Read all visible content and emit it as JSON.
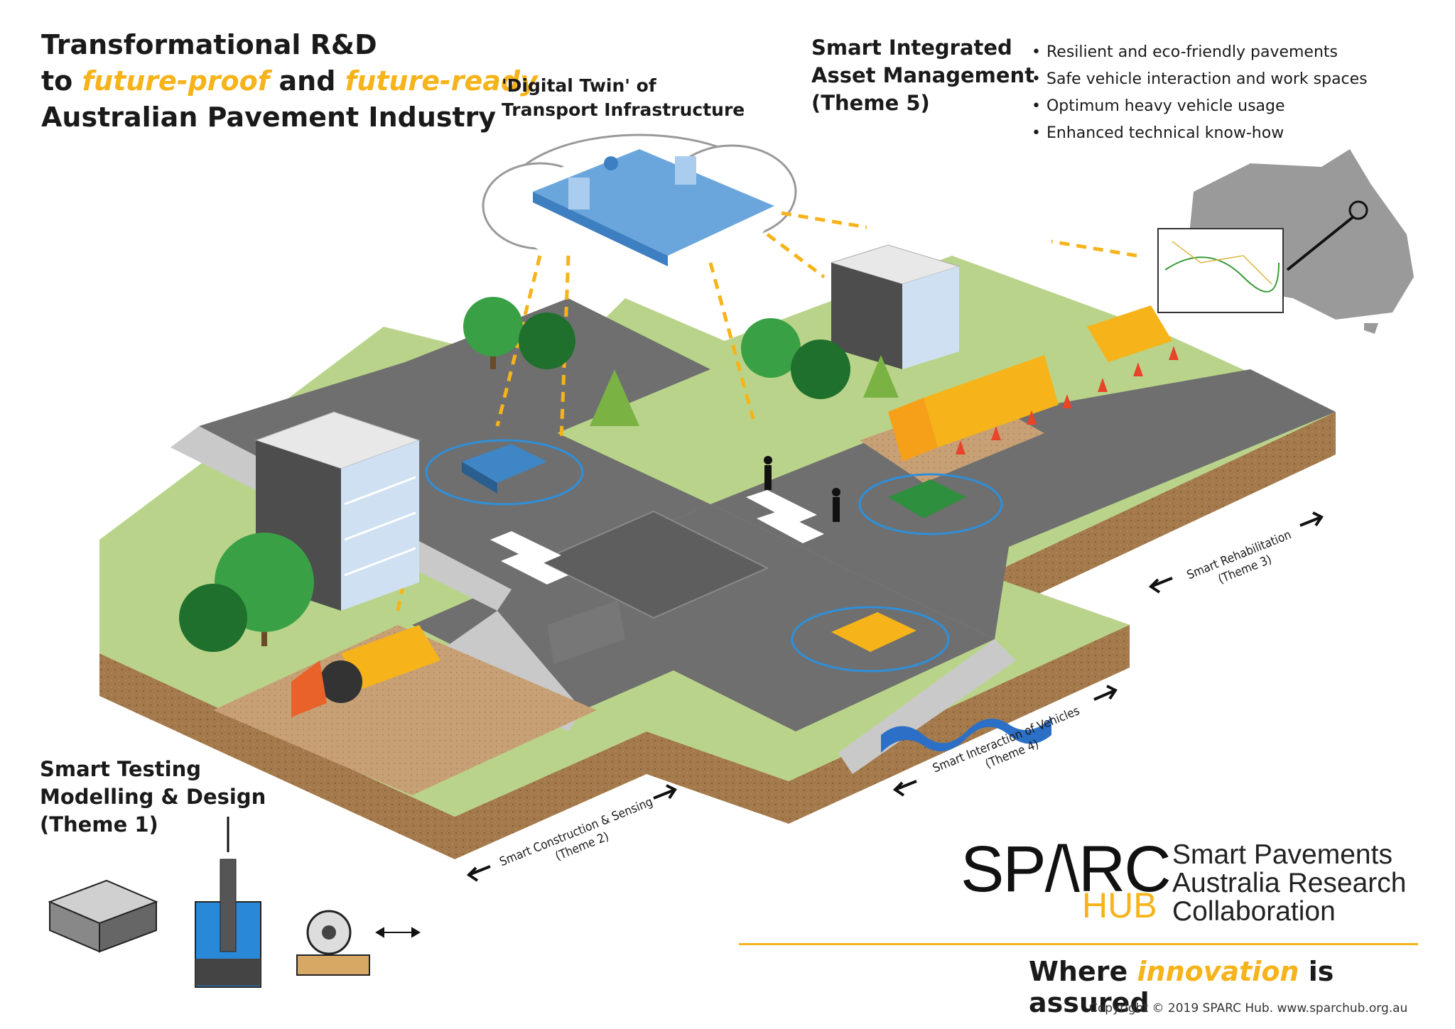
{
  "headline": {
    "line1": "Transformational R&D",
    "line2_pre": "to ",
    "line2_em1": "future-proof",
    "line2_mid": " and ",
    "line2_em2": "future-ready",
    "line3": "Australian Pavement Industry"
  },
  "digital_twin": {
    "line1": "'Digital Twin' of",
    "line2": "Transport Infrastructure"
  },
  "theme5": {
    "line1": "Smart Integrated",
    "line2": "Asset Management",
    "line3": "(Theme 5)"
  },
  "benefits": [
    "Resilient and eco-friendly pavements",
    "Safe vehicle interaction and work spaces",
    "Optimum heavy vehicle usage",
    "Enhanced technical know-how"
  ],
  "theme1": {
    "line1": "Smart Testing",
    "line2": "Modelling & Design",
    "line3": "(Theme 1)"
  },
  "theme2": {
    "line1": "Smart Construction & Sensing",
    "line2": "(Theme 2)"
  },
  "theme3": {
    "line1": "Smart Rehabilitation",
    "line2": "(Theme 3)"
  },
  "theme4": {
    "line1": "Smart Interaction of Vehicles",
    "line2": "(Theme 4)"
  },
  "logo": {
    "main": "SP/\\RC",
    "hub": "HUB",
    "text1": "Smart Pavements",
    "text2": "Australia Research",
    "text3": "Collaboration"
  },
  "tagline": {
    "pre": "Where ",
    "em": "innovation",
    "post": " is assured"
  },
  "copyright": "Copyright © 2019 SPARC Hub.  www.sparchub.org.au",
  "colors": {
    "accent": "#f6b31a",
    "grass": "#b9d48a",
    "road": "#6b6b6b",
    "soil": "#a47a4c",
    "sensor": "#2f8fd8",
    "tree": "#2f8f3a"
  }
}
